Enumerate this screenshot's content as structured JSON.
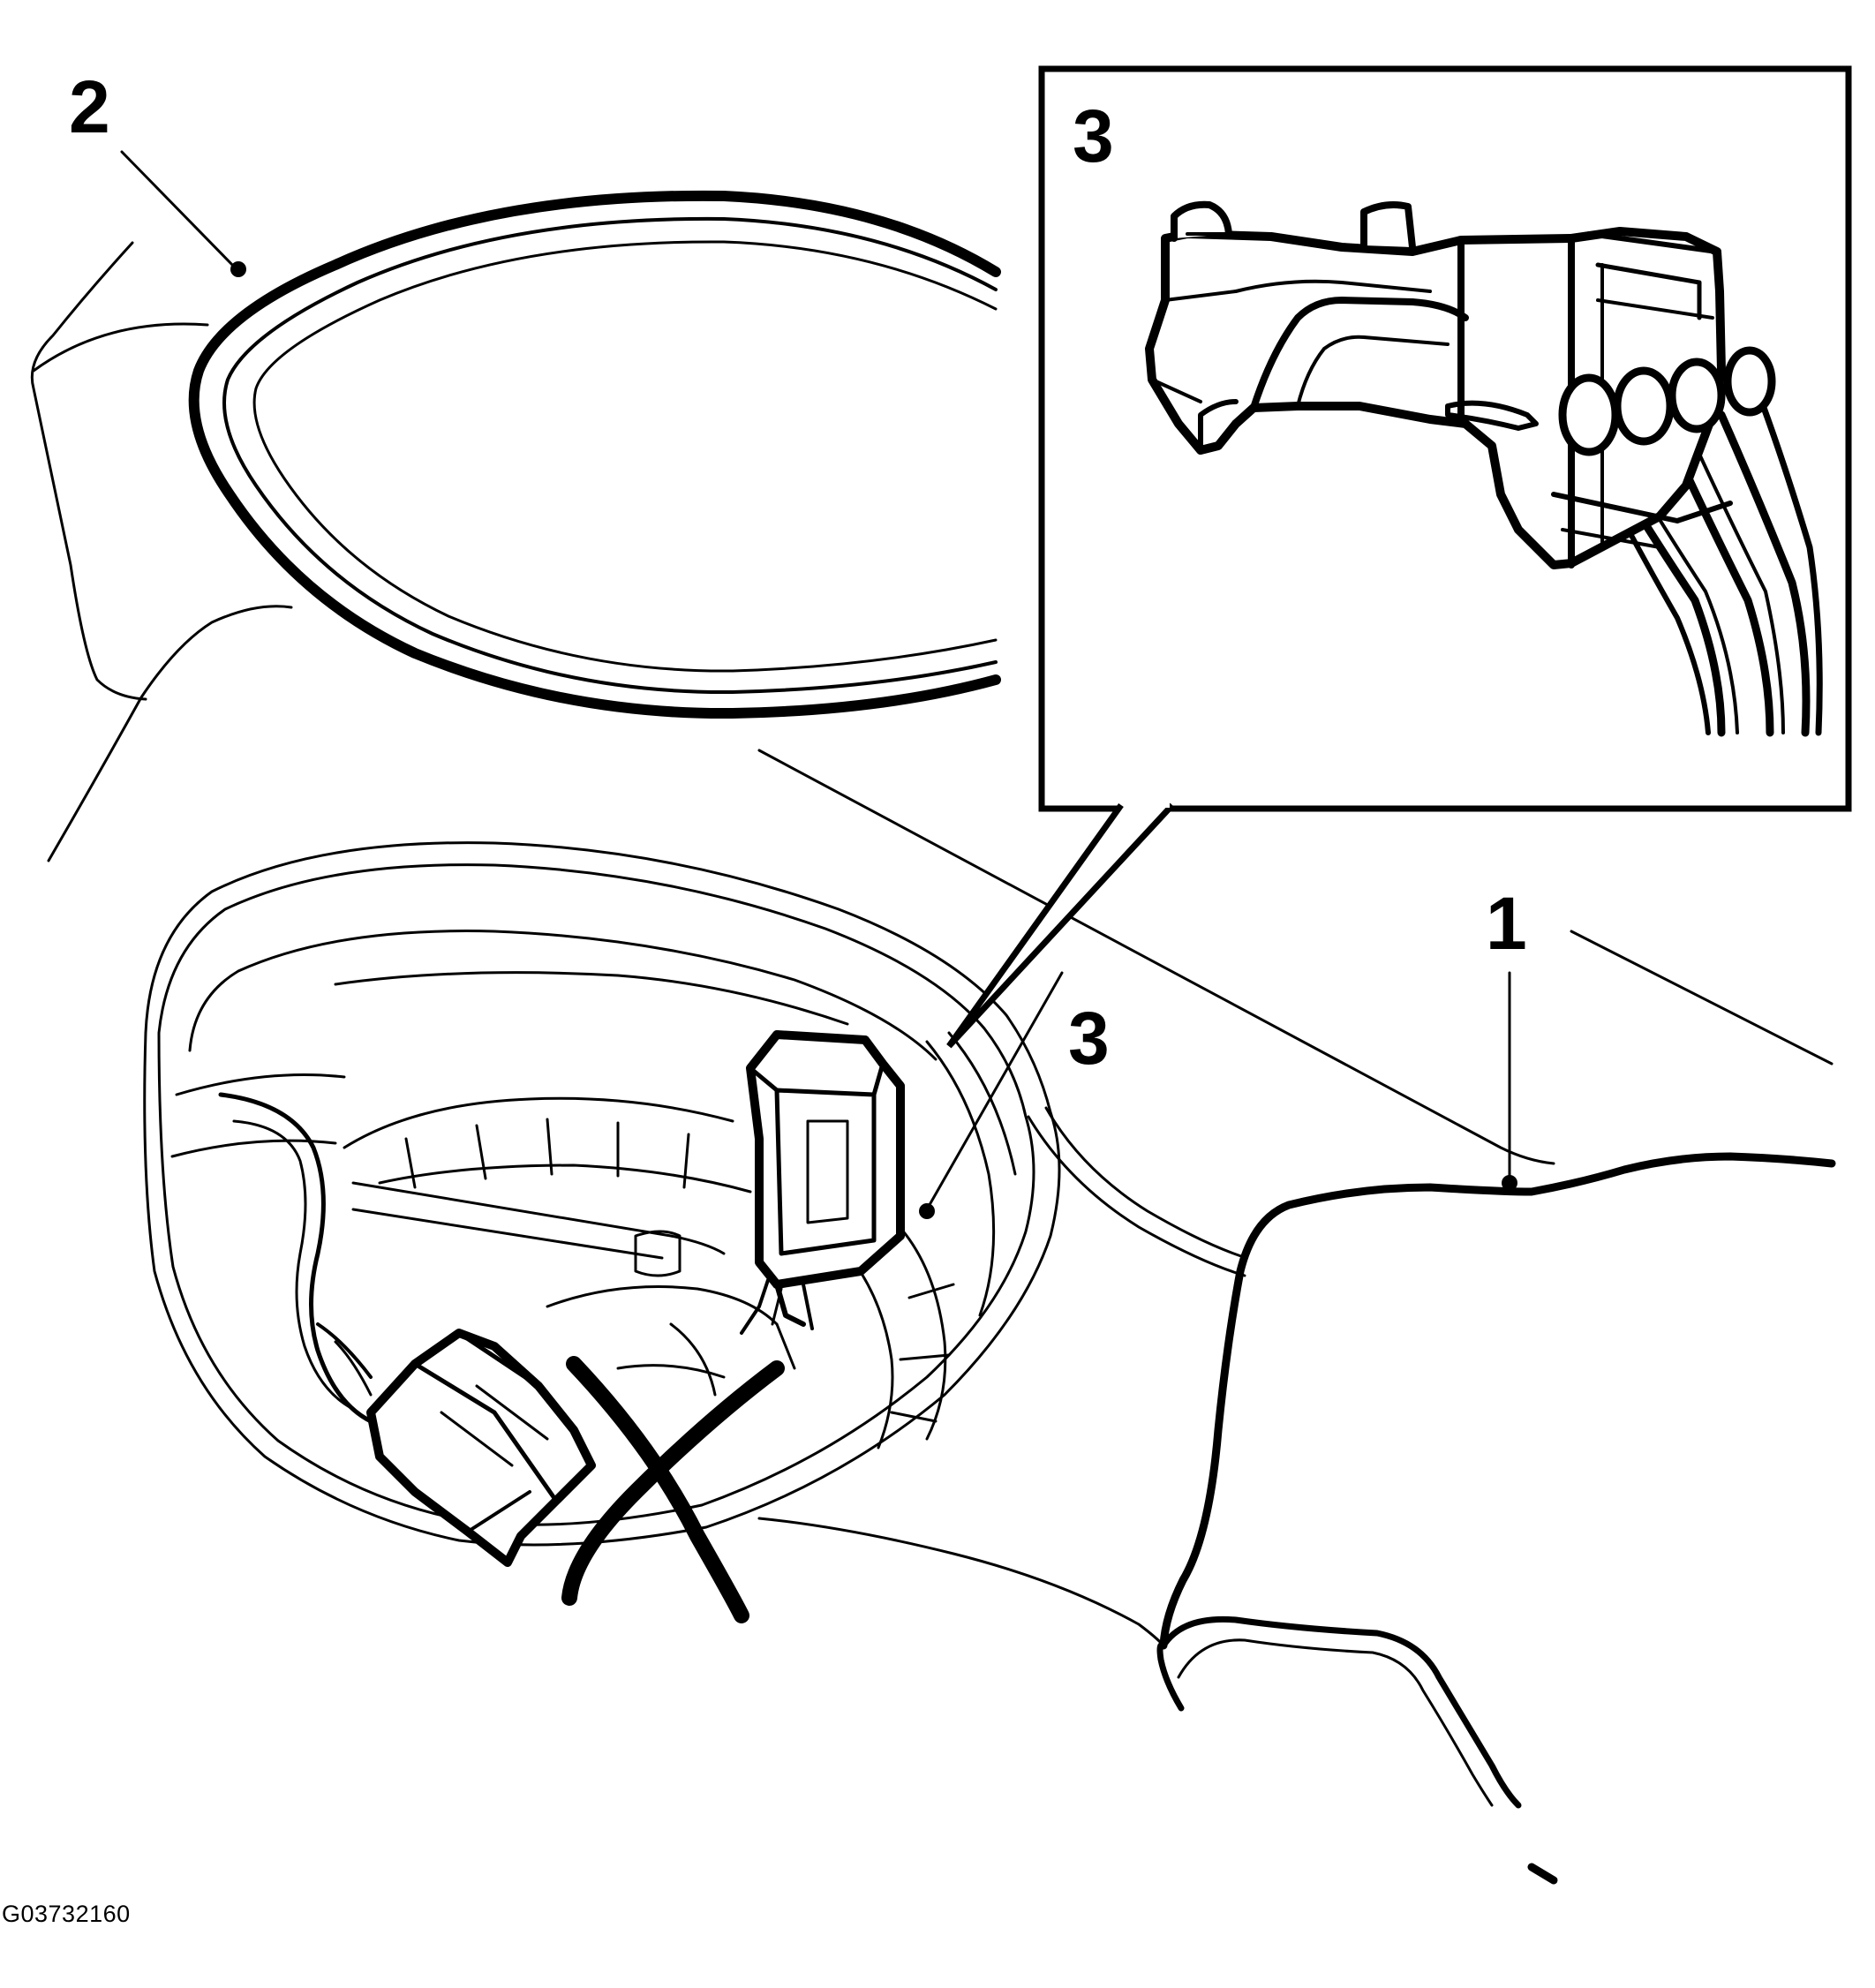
{
  "callouts": {
    "tank_label": "1",
    "seal_label": "2",
    "connector_label_inset": "3",
    "connector_label_main": "3"
  },
  "figure_code": "G03732160",
  "colors": {
    "ink": "#000000",
    "paper": "#ffffff"
  },
  "marks": {
    "do_not_use": "x-mark"
  }
}
